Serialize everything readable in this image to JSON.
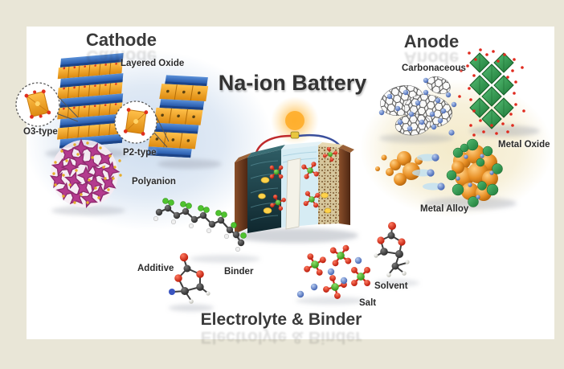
{
  "figure": {
    "main_title": "Na-ion Battery",
    "cathode": {
      "title": "Cathode",
      "labels": {
        "layered_oxide": "Layered Oxide",
        "o3_type": "O3-type",
        "p2_type": "P2-type",
        "polyanion": "Polyanion"
      }
    },
    "anode": {
      "title": "Anode",
      "labels": {
        "carbonaceous": "Carbonaceous",
        "metal_oxide": "Metal Oxide",
        "metal_alloy": "Metal Alloy"
      }
    },
    "electrolyte": {
      "title": "Electrolyte & Binder",
      "labels": {
        "additive": "Additive",
        "binder": "Binder",
        "salt": "Salt",
        "solvent": "Solvent"
      }
    },
    "colors": {
      "page_background": "#e9e6d7",
      "panel_background": "#ffffff",
      "heading_text": "#3a3a3a",
      "label_text": "#2b2b2b",
      "slab_blue": "#3a72c0",
      "prism_orange": "#f09f2a",
      "polyanion_magenta": "#b43a8e",
      "polyanion_dot_yellow": "#e6ac2a",
      "metal_oxide_green": "#35a054",
      "oxygen_red": "#e0301e",
      "sodium_blue": "#5577c8",
      "fluorine_green": "#4fc32f",
      "carbon_gray": "#3f3f3f",
      "electrode_teal": "#14333b",
      "electrode_sand": "#d6c69c",
      "collector_brown": "#72391c",
      "wire_red": "#bf2a2c",
      "wire_blue": "#3a4f9c",
      "glow_orange": "#f8a81f",
      "tint_blue": "#cbdbee",
      "tint_yellow": "#f3e9c7"
    }
  }
}
